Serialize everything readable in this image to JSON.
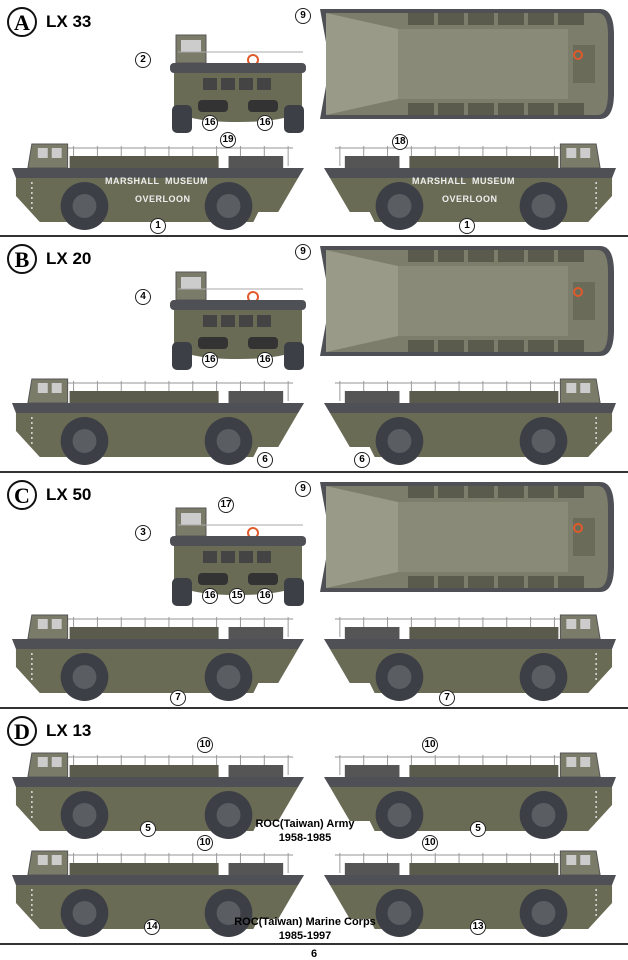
{
  "page_number": "6",
  "colors": {
    "hull": "#6a6b55",
    "hull_dark": "#4e5055",
    "tire": "#3c3f45",
    "deck": "#7c7d6a"
  },
  "panels": [
    {
      "letter": "A",
      "name": "LX 33",
      "callouts": {
        "top": "9",
        "front": "2",
        "front_a": "16",
        "front_b": "16",
        "left": "19",
        "right": "18",
        "left_bottom": "1",
        "right_bottom": "1"
      },
      "hull_text": {
        "line1a": "MARSHALL",
        "line1b": "MUSEUM",
        "line2": "OVERLOON"
      }
    },
    {
      "letter": "B",
      "name": "LX 20",
      "callouts": {
        "top": "9",
        "front": "4",
        "front_a": "16",
        "front_b": "16",
        "left_bottom": "6",
        "right_bottom": "6"
      }
    },
    {
      "letter": "C",
      "name": "LX 50",
      "callouts": {
        "top": "9",
        "front_top": "17",
        "front": "3",
        "front_a": "16",
        "front_mid": "15",
        "front_b": "16",
        "left_bottom": "7",
        "right_bottom": "7"
      }
    },
    {
      "letter": "D",
      "name": "LX 13",
      "callouts": {
        "army_left_top": "10",
        "army_right_top": "10",
        "army_left": "5",
        "army_right": "5",
        "marine_left_top": "10",
        "marine_right_top": "10",
        "marine_left": "14",
        "marine_right": "13"
      },
      "captions": {
        "army_line1": "ROC(Taiwan) Army",
        "army_line2": "1958-1985",
        "marine_line1": "ROC(Taiwan) Marine Corps",
        "marine_line2": "1985-1997"
      }
    }
  ]
}
